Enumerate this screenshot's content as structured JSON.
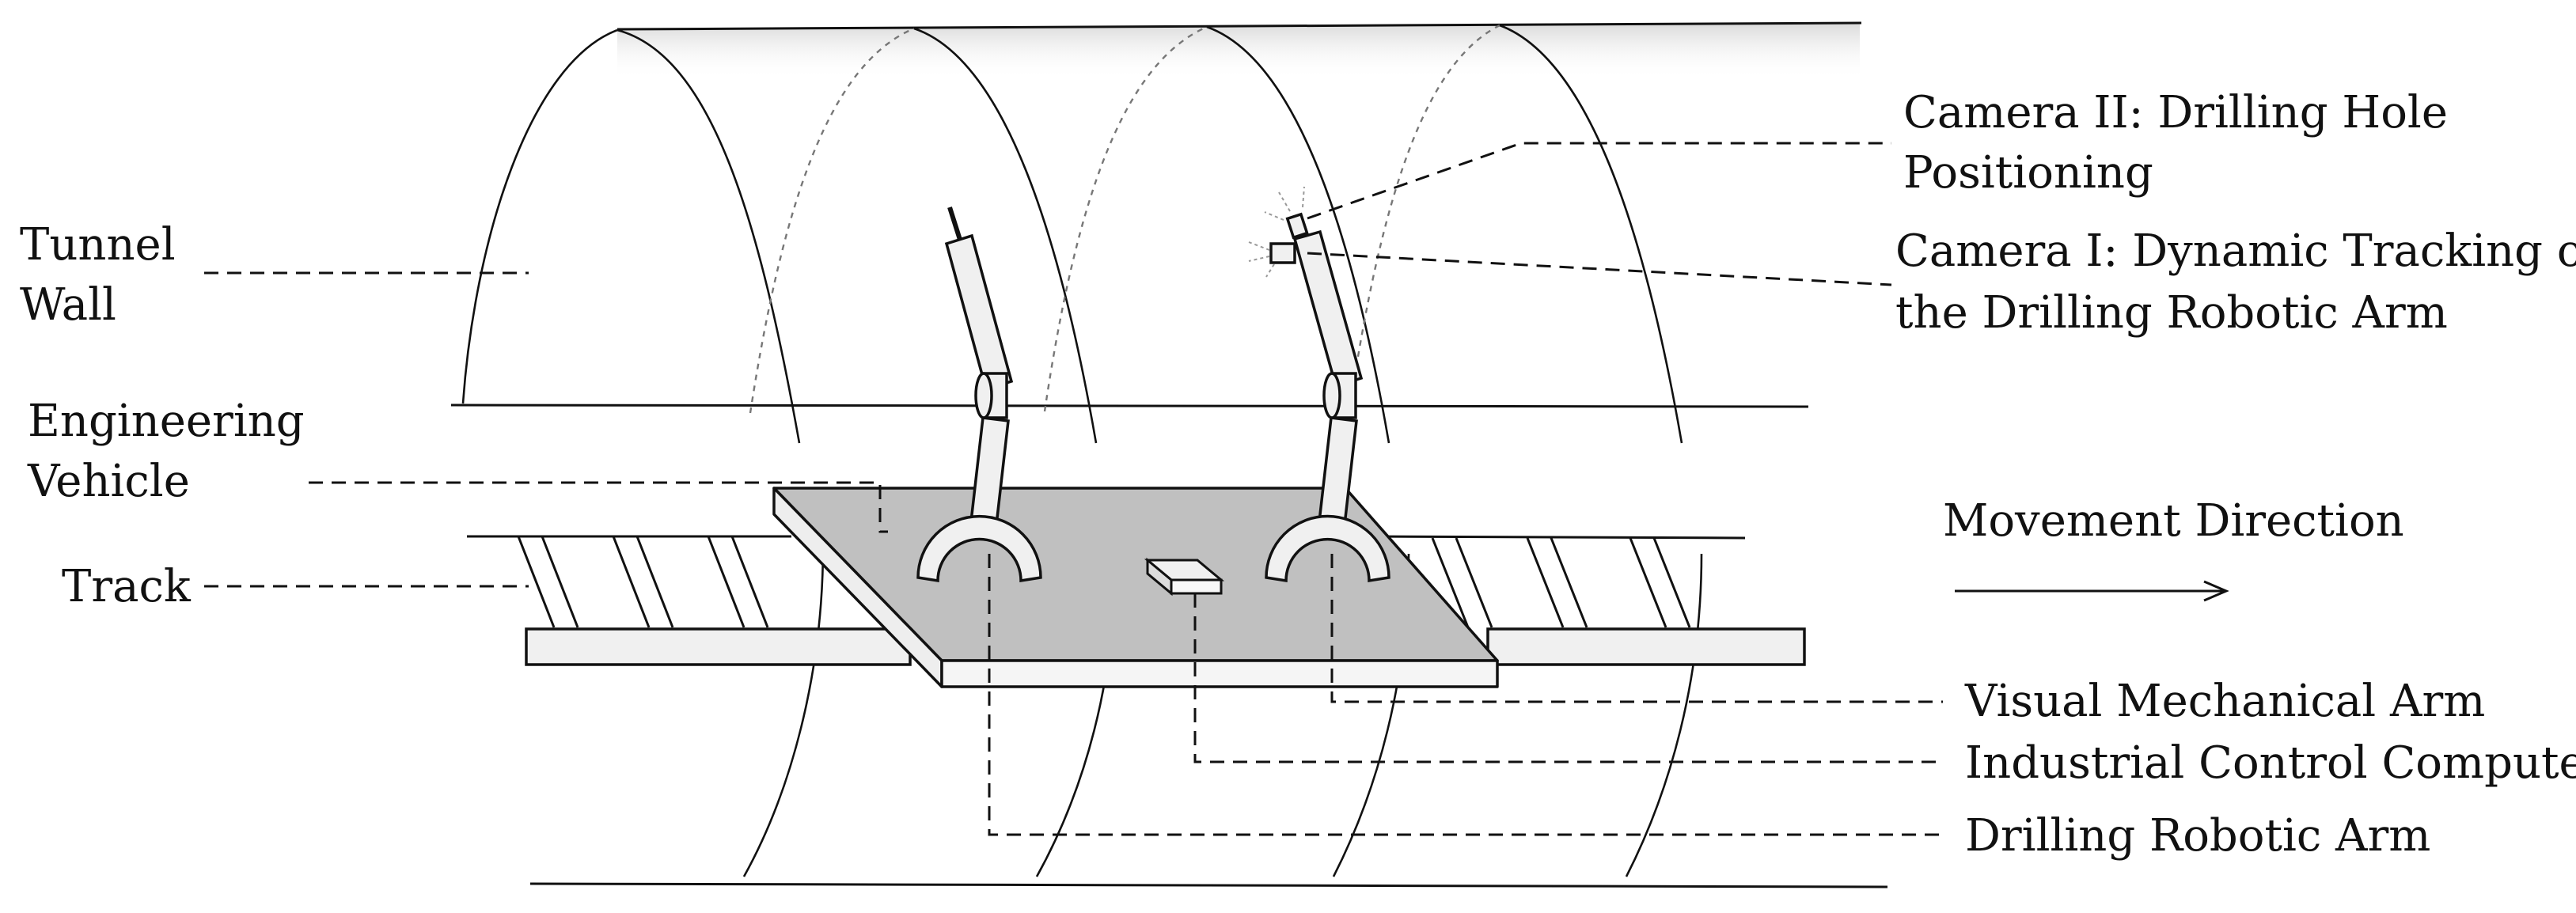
{
  "labels": {
    "tunnel_wall": [
      "Tunnel",
      "Wall"
    ],
    "engineering_vehicle": [
      "Engineering",
      "Vehicle"
    ],
    "track": "Track",
    "camera_2": [
      "Camera II: Drilling Hole",
      "Positioning"
    ],
    "camera_1": [
      "Camera I: Dynamic Tracking of",
      "the Drilling Robotic Arm"
    ],
    "movement_direction": "Movement Direction",
    "visual_arm": "Visual Mechanical Arm",
    "control_computer": "Industrial Control Computer",
    "drilling_arm": "Drilling Robotic Arm"
  },
  "colors": {
    "line": "#111111",
    "platform": "#c0c0c0",
    "component_fill": "#f0f0f0",
    "hidden_line": "#777777",
    "background": "#ffffff"
  }
}
